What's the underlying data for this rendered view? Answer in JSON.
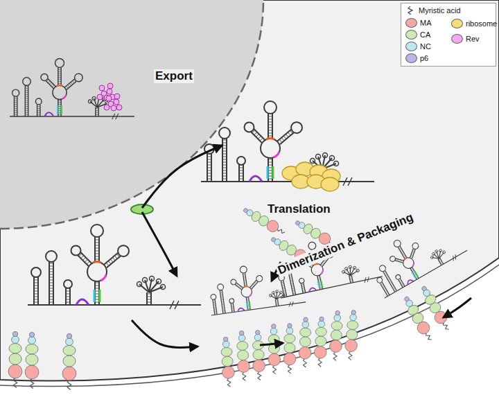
{
  "diagram": {
    "labels": [
      "Export",
      "Translation",
      "Dimerization & Packaging"
    ],
    "legend": [
      {
        "text": "Myristic acid"
      },
      {
        "text": "MA",
        "color": "#f7a8a3"
      },
      {
        "text": "CA",
        "color": "#cdeab5"
      },
      {
        "text": "NC",
        "color": "#bde9f0"
      },
      {
        "text": "p6",
        "color": "#b8b6e8"
      },
      {
        "text": "ribosome",
        "color": "#f6dc7b"
      },
      {
        "text": "Rev",
        "color": "#f2a9ef"
      }
    ]
  }
}
